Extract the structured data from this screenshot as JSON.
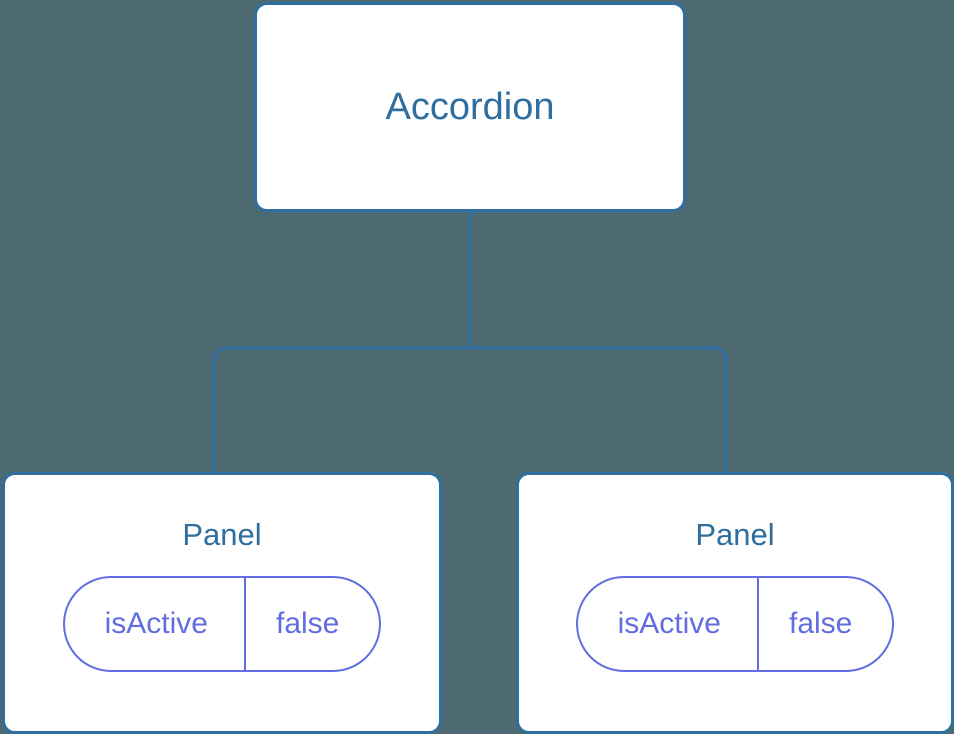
{
  "canvas": {
    "background_color": "#4d6a72",
    "node_fill_color": "#ffffff",
    "node_border_color": "#2f6f9f",
    "node_title_color": "#2f6f9f",
    "edge_color": "#2f6f9f",
    "pill_color": "#626ee0"
  },
  "tree": {
    "root": {
      "title": "Accordion"
    },
    "children": [
      {
        "title": "Panel",
        "state": {
          "key": "isActive",
          "value": "false"
        }
      },
      {
        "title": "Panel",
        "state": {
          "key": "isActive",
          "value": "false"
        }
      }
    ]
  }
}
